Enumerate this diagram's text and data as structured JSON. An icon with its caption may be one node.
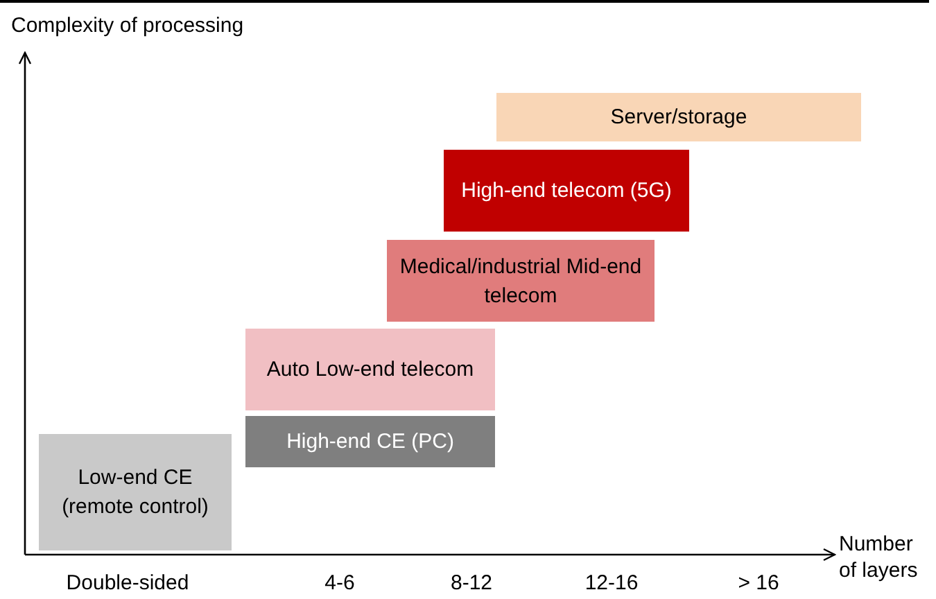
{
  "diagram": {
    "nodes": [
      {
        "text": [
          "Server/storage"
        ]
      },
      {
        "text": [
          "High-end telecom (5G)"
        ]
      },
      {
        "text": [
          "Medical/industrial Mid-end telecom"
        ]
      },
      {
        "text": [
          "Auto Low-end telecom"
        ]
      },
      {
        "text": [
          "High-end CE (PC)"
        ]
      },
      {
        "text": [
          "Low-end CE (remote control)"
        ]
      }
    ],
    "labels": [
      "Complexity of processing",
      "Number of layers",
      "Double-sided",
      "4-6",
      "8-12",
      "12-16",
      "> 16"
    ]
  }
}
